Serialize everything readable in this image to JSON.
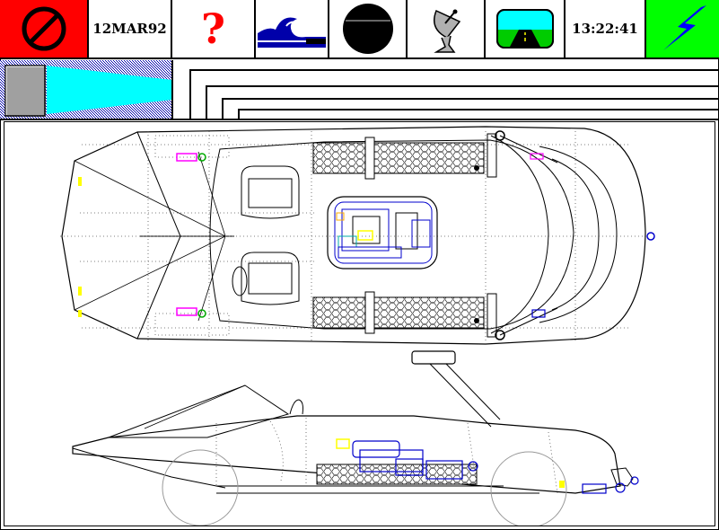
{
  "toolbar": {
    "date": "12MAR92",
    "time": "13:22:41",
    "help_symbol": "?",
    "colors": {
      "stop_bg": "#ff0000",
      "help_fg": "#ff0000",
      "power_bg": "#00ff00",
      "power_fg": "#0000ff",
      "wave_color": "#0000aa",
      "sky_color": "#00ffff",
      "road_color": "#00ff00"
    },
    "icons": [
      "stop-icon",
      "help-icon",
      "wave-icon",
      "moon-icon",
      "satellite-dish-icon",
      "road-view-icon",
      "lightning-icon"
    ]
  },
  "status_bar": {
    "icons": [
      "scroll-handle-icon",
      "beam-indicator-icon",
      "step-lines-icon"
    ],
    "colors": {
      "handle": "#a0a0a0",
      "beam": "#00ffff",
      "hatch": "#0000aa"
    }
  },
  "drawing": {
    "views": [
      "top-view",
      "side-view"
    ],
    "colors": {
      "outline": "#000000",
      "guides": "#555555",
      "engine": "#0000cc",
      "accent_magenta": "#ff00ff",
      "accent_yellow": "#ffff00",
      "accent_green": "#00aa00"
    }
  }
}
